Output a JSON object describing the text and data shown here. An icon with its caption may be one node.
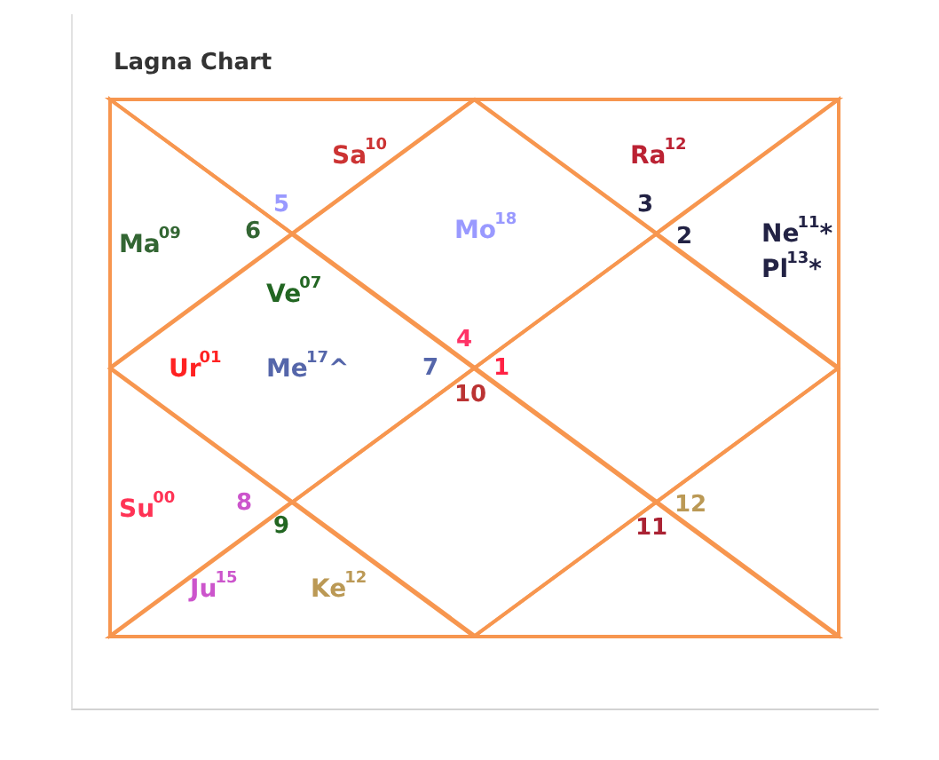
{
  "diagram": {
    "title": "Lagna Chart",
    "nodes": [
      {
        "text": [
          "Mo$^{18}$",
          "4"
        ]
      },
      {
        "text": [
          "Sa$^{10}$",
          "5"
        ]
      },
      {
        "text": [
          "Ma$^{09}$",
          "6"
        ]
      },
      {
        "text": [
          "Ve$^{07}$",
          "Ur$^{01}$",
          "Me$^{17}$^",
          "7"
        ]
      },
      {
        "text": [
          "Su$^{00}$",
          "8"
        ]
      },
      {
        "text": [
          "9",
          "Ju$^{15}$",
          "Ke$^{12}$"
        ]
      },
      {
        "text": [
          "10"
        ]
      },
      {
        "text": [
          "11"
        ]
      },
      {
        "text": [
          "12"
        ]
      },
      {
        "text": [
          "1"
        ]
      },
      {
        "text": [
          "2",
          "Ne$^{11}$*",
          "Pl$^{13}$*"
        ]
      },
      {
        "text": [
          "Ra$^{12}$",
          "3"
        ]
      }
    ]
  }
}
